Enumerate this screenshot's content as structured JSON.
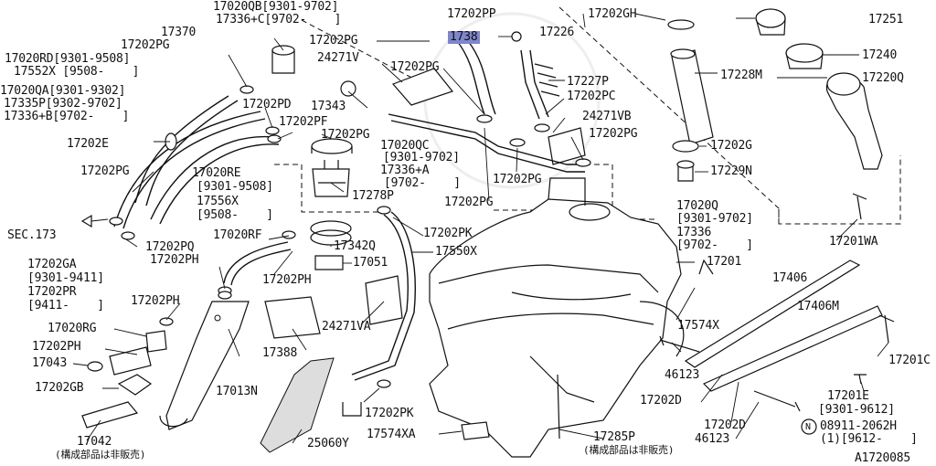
{
  "diagram_id": "A1720085",
  "sec_ref": "SEC.173",
  "note_not_sold": "(構成部品は非販売)",
  "highlighted_part": "1738",
  "labels": {
    "p17020QB": "17020QB[9301-9702]",
    "p17336C": "17336+C[9702-    ]",
    "p17202PP": "17202PP",
    "p17202GH": "17202GH",
    "p17251": "17251",
    "p17370": "17370",
    "p17202PG_a": "17202PG",
    "p17202PG_b": "17202PG",
    "p1738": "1738",
    "p17226": "17226",
    "p17240": "17240",
    "p17020RD": "17020RD[9301-9508]",
    "p17552X": "17552X [9508-    ]",
    "p24271V": "24271V",
    "p17202PG_c": "17202PG",
    "p17228M": "17228M",
    "p17227P": "17227P",
    "p17220Q": "17220Q",
    "p17020QA": "17020QA[9301-9302]",
    "p17335P": "17335P[9302-9702]",
    "p17336B": "17336+B[9702-    ]",
    "p17202PD": "17202PD",
    "p17202PC": "17202PC",
    "p17343": "17343",
    "p24271VB": "24271VB",
    "p17202PF": "17202PF",
    "p17202PG_d": "17202PG",
    "p17202PG_e": "17202PG",
    "p17202E": "17202E",
    "p17020QC": "17020QC",
    "p9301_9702a": "[9301-9702]",
    "p17202G": "17202G",
    "p17336A": "17336+A",
    "p9702a": "[9702-    ]",
    "p17202PG_f": "17202PG",
    "p17202PG_g": "17202PG",
    "p17020RE": "17020RE",
    "p9301_9508": "[9301-9508]",
    "p17229N": "17229N",
    "p17556X": "17556X",
    "p9508b": "[9508-    ]",
    "p17278P": "17278P",
    "p17202PG_h": "17202PG",
    "p17020Q": "17020Q",
    "p9301_9702b": "[9301-9702]",
    "p17020RF": "17020RF",
    "p17202PK_a": "17202PK",
    "p17336": "17336",
    "p9702b": "[9702-    ]",
    "p17201WA": "17201WA",
    "p17202GA": "17202GA",
    "p17202PQ": "17202PQ",
    "p17342Q": "17342Q",
    "p17550X": "17550X",
    "p9301_9411": "[9301-9411]",
    "p17202PH_a": "17202PH",
    "p17051": "17051",
    "p17201": "17201",
    "p17202PR": "17202PR",
    "p9411": "[9411-    ]",
    "p17202PH_b": "17202PH",
    "p17406": "17406",
    "p17202PH_c": "17202PH",
    "p17406M": "17406M",
    "p17020RG": "17020RG",
    "p24271VA": "24271VA",
    "p17574X": "17574X",
    "p17202PH_d": "17202PH",
    "p17388": "17388",
    "p17201C": "17201C",
    "p17043": "17043",
    "p46123_a": "46123",
    "p17013N": "17013N",
    "p17202GB": "17202GB",
    "p17202D_a": "17202D",
    "p17201E": "17201E",
    "p9301_9612": "[9301-9612]",
    "p17202PK_b": "17202PK",
    "p17202D_b": "17202D",
    "p08911": "08911-2062H",
    "p08911_qty": "(1)[9612-    ]",
    "p17042": "17042",
    "p17285P": "17285P",
    "p46123_b": "46123",
    "p25060Y": "25060Y",
    "p17574XA": "17574XA",
    "p_N": "N"
  }
}
